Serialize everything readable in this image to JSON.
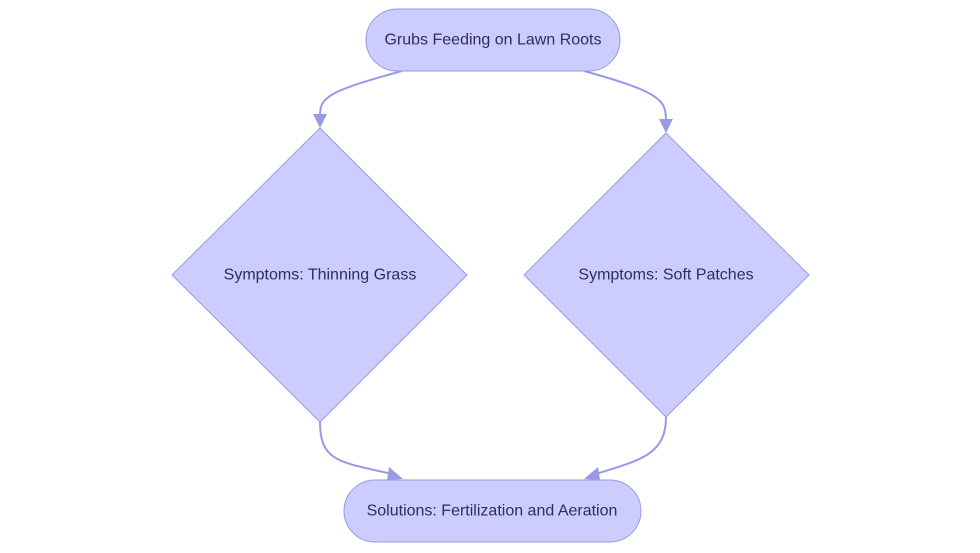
{
  "nodes": {
    "grubs": {
      "label": "Grubs Feeding on Lawn Roots"
    },
    "thinning": {
      "label": "Symptoms: Thinning Grass"
    },
    "soft": {
      "label": "Symptoms: Soft Patches"
    },
    "solutions": {
      "label": "Solutions: Fertilization and Aeration"
    }
  },
  "colors": {
    "node_fill": "#ccccff",
    "node_stroke": "#9a9ae0",
    "edge": "#9999e6",
    "text": "#2a2f5e"
  }
}
